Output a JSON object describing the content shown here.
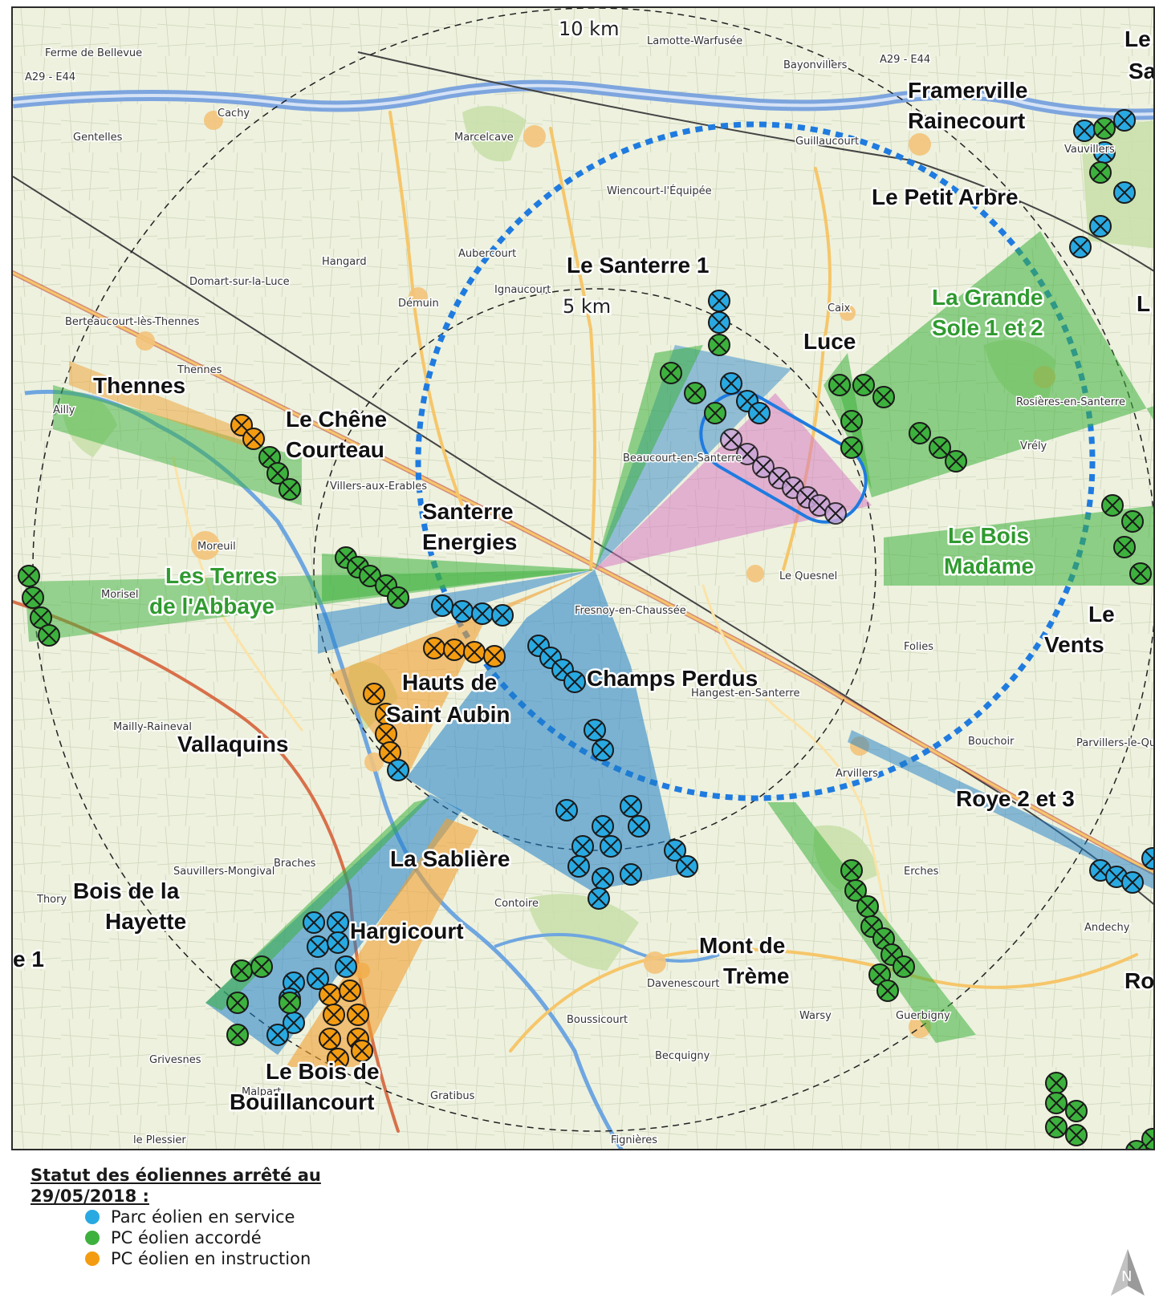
{
  "map": {
    "distance_labels": [
      "10 km",
      "5 km"
    ],
    "park_labels": {
      "le_santerre_1": "Le Santerre 1",
      "luce": "Luce",
      "grande_sole_1": "La Grande",
      "grande_sole_2": "Sole 1 et 2",
      "framerville_1": "Framerville",
      "framerville_2": "Rainecourt",
      "petit_arbre": "Le Petit Arbre",
      "thennes": "Thennes",
      "chene_1": "Le Chêne",
      "chene_2": "Courteau",
      "santerre_en_1": "Santerre",
      "santerre_en_2": "Energies",
      "terres_1": "Les Terres",
      "terres_2": "de l'Abbaye",
      "hauts_1": "Hauts de",
      "hauts_2": "Saint Aubin",
      "champs_perdus": "Champs Perdus",
      "vallaquins": "Vallaquins",
      "bois_madame_1": "Le Bois",
      "bois_madame_2": "Madame",
      "le_vents_1": "Le",
      "le_vents_2": "Vents",
      "roye": "Roye 2 et 3",
      "sabliere": "La Sablière",
      "bois_hayette_1": "Bois de la",
      "bois_hayette_2": "Hayette",
      "hargicourt": "Hargicourt",
      "mont_treme_1": "Mont de",
      "mont_treme_2": "Trème",
      "bois_bouill_1": "Le Bois de",
      "bois_bouill_2": "Bouillancourt",
      "edge_e1": "e 1",
      "edge_ro": "Ro",
      "edge_l": "L",
      "edge_le_top": "Le",
      "edge_sa_top": "Sa"
    },
    "towns": {
      "cachy": "Cachy",
      "gentelles": "Gentelles",
      "marcelcave": "Marcelcave",
      "bayonvillers": "Bayonvillers",
      "wiencourt": "Wiencourt-l'Équipée",
      "hangard": "Hangard",
      "domart": "Domart-sur-la-Luce",
      "demuin": "Démuin",
      "ignaucourt": "Ignaucourt",
      "aubercourt": "Aubercourt",
      "caix": "Caix",
      "rosieres": "Rosières-en-Santerre",
      "vrely": "Vrély",
      "thennes_t": "Thennes",
      "berteaucourt": "Berteaucourt-lès-Thennes",
      "villers": "Villers-aux-Erables",
      "moreuil": "Moreuil",
      "morisel": "Morisel",
      "beaucourt": "Beaucourt-en-Santerre",
      "le_quesnel": "Le Quesnel",
      "fresnoy": "Fresnoy-en-Chaussée",
      "folies": "Folies",
      "hangest": "Hangest-en-Santerre",
      "bouchoir": "Bouchoir",
      "arvillers": "Arvillers",
      "erches": "Erches",
      "mailly": "Mailly-Raineval",
      "braches": "Braches",
      "sauvillers": "Sauvillers-Mongival",
      "thory": "Thory",
      "contoire": "Contoire",
      "davenescourt": "Davenescourt",
      "boussicourt": "Boussicourt",
      "becquigny": "Becquigny",
      "warsy": "Warsy",
      "guerbigny": "Guerbigny",
      "grivesnes": "Grivesnes",
      "malpart": "Malpart",
      "gratibus": "Gratibus",
      "fignieres": "Fignières",
      "le_plessier": "le Plessier",
      "andechy": "Andechy",
      "parvillers": "Parvillers-le-Quesnoy",
      "ferme_bellevue": "Ferme de Bellevue",
      "lamotte": "Lamotte-Warfusée",
      "guillaucourt": "Guillaucourt",
      "vauvillers": "Vauvillers",
      "ailly": "Ailly",
      "a29": "A29 - E44",
      "a29b": "A29 - E44"
    }
  },
  "legend": {
    "title": "Statut des éoliennes arrêté au 29/05/2018 :",
    "items": [
      {
        "label": "Parc éolien en service",
        "color": "#29a9e1"
      },
      {
        "label": "PC éolien accordé",
        "color": "#3db13d"
      },
      {
        "label": "PC éolien en instruction",
        "color": "#f39c12"
      }
    ]
  },
  "north_label": "N",
  "colors": {
    "in_service": "#29a9e1",
    "approved": "#3db13d",
    "instruction": "#f39c12",
    "project": "#c9a6d8",
    "zone_blue": "#1e7ec8",
    "zone_green": "#3db13d",
    "zone_orange": "#f0a030",
    "zone_pink": "#d77cc2"
  }
}
